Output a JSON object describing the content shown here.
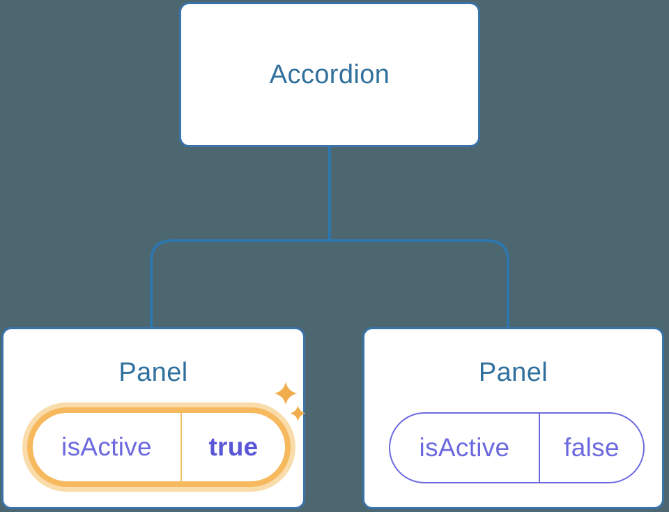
{
  "diagram": {
    "description": "React component tree showing an Accordion parent with two Panel children and their isActive state pills",
    "colors": {
      "background": "#4C6770",
      "connector_blue": "#2E77AD",
      "node_border_blue": "#3973A8",
      "node_title_blue": "#30709D",
      "state_purple": "#6C69DF",
      "state_purple_bold": "#5A57D7",
      "highlight_orange": "#F6B95E",
      "highlight_halo": "#F9DCA9",
      "sparkle_orange": "#F1AC4B"
    },
    "root": {
      "label": "Accordion"
    },
    "children": [
      {
        "label": "Panel",
        "prop": {
          "name": "isActive",
          "value": "true"
        },
        "highlighted": true
      },
      {
        "label": "Panel",
        "prop": {
          "name": "isActive",
          "value": "false"
        },
        "highlighted": false
      }
    ]
  }
}
